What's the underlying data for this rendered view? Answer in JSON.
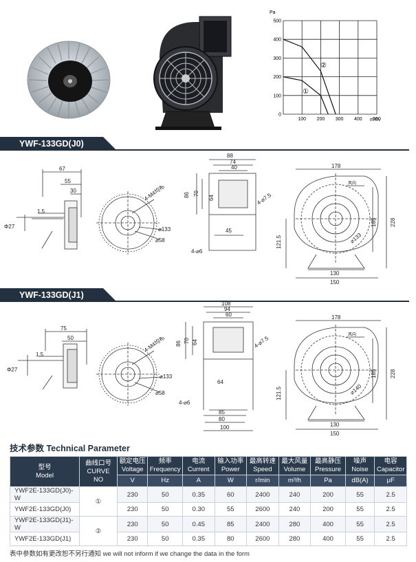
{
  "sections": {
    "j0_title": "YWF-133GD(J0)",
    "j1_title": "YWF-133GD(J1)"
  },
  "curve_chart": {
    "y_unit": "Pa",
    "x_unit": "m³/h",
    "y_ticks": [
      "500",
      "400",
      "300",
      "200",
      "100",
      "0"
    ],
    "x_ticks": [
      "100",
      "200",
      "300",
      "400",
      "500"
    ],
    "curve_labels": [
      "②",
      "①"
    ]
  },
  "chart_data": {
    "type": "line",
    "xlabel": "m³/h",
    "ylabel": "Pa",
    "xlim": [
      0,
      500
    ],
    "ylim": [
      0,
      500
    ],
    "grid": true,
    "series": [
      {
        "name": "②",
        "x": [
          0,
          100,
          200,
          280
        ],
        "y": [
          400,
          360,
          230,
          0
        ]
      },
      {
        "name": "①",
        "x": [
          0,
          100,
          200,
          240
        ],
        "y": [
          200,
          180,
          100,
          0
        ]
      }
    ]
  },
  "drawing_j0": {
    "side_dims": [
      "67",
      "55",
      "30",
      "1.5",
      "Φ27"
    ],
    "front_labels": [
      "4-M4均布",
      "⌀133",
      "⌀58"
    ],
    "top_dims": [
      "88",
      "74",
      "40",
      "86",
      "70",
      "64",
      "45",
      "4-⌀7.5",
      "4-⌀6"
    ],
    "housing_dims": [
      "178",
      "风向",
      "185",
      "228",
      "121.5",
      "⌀133",
      "130",
      "150"
    ]
  },
  "drawing_j1": {
    "side_dims": [
      "75",
      "50",
      "1.5",
      "Φ27"
    ],
    "front_labels": [
      "4-M4均布",
      "⌀133",
      "⌀58"
    ],
    "top_dims": [
      "108",
      "94",
      "60",
      "86",
      "70",
      "64",
      "4-⌀7.5",
      "64",
      "4-⌀6",
      "85",
      "80",
      "100"
    ],
    "housing_dims": [
      "178",
      "风向",
      "185",
      "228",
      "121.5",
      "⌀140",
      "130",
      "150"
    ]
  },
  "tech": {
    "title": "技术参数 Technical Parameter",
    "headers": [
      {
        "cn": "型号",
        "en": "Model"
      },
      {
        "cn": "曲线口号",
        "en": "CURVE NO"
      },
      {
        "cn": "额定电压",
        "en": "Voltage"
      },
      {
        "cn": "频率",
        "en": "Frequency"
      },
      {
        "cn": "电流",
        "en": "Current"
      },
      {
        "cn": "输入功率",
        "en": "Power"
      },
      {
        "cn": "最高转速",
        "en": "Speed"
      },
      {
        "cn": "最大风量",
        "en": "Volume"
      },
      {
        "cn": "最高静压",
        "en": "Pressure"
      },
      {
        "cn": "噪声",
        "en": "Noise"
      },
      {
        "cn": "电容",
        "en": "Capacitor"
      }
    ],
    "units": [
      "V",
      "Hz",
      "A",
      "W",
      "r/min",
      "m³/h",
      "Pa",
      "dB(A)",
      "μF"
    ],
    "rows": [
      {
        "model": "YWF2E-133GD(J0)-W",
        "curve": "①",
        "voltage": "230",
        "freq": "50",
        "current": "0.35",
        "power": "60",
        "speed": "2400",
        "volume": "240",
        "pressure": "200",
        "noise": "55",
        "cap": "2.5"
      },
      {
        "model": "YWF2E-133GD(J0)",
        "curve": "",
        "voltage": "230",
        "freq": "50",
        "current": "0.30",
        "power": "55",
        "speed": "2600",
        "volume": "240",
        "pressure": "200",
        "noise": "55",
        "cap": "2.5"
      },
      {
        "model": "YWF2E-133GD(J1)-W",
        "curve": "②",
        "voltage": "230",
        "freq": "50",
        "current": "0.45",
        "power": "85",
        "speed": "2400",
        "volume": "280",
        "pressure": "400",
        "noise": "55",
        "cap": "2.5"
      },
      {
        "model": "YWF2E-133GD(J1)",
        "curve": "",
        "voltage": "230",
        "freq": "50",
        "current": "0.35",
        "power": "80",
        "speed": "2600",
        "volume": "280",
        "pressure": "400",
        "noise": "55",
        "cap": "2.5"
      }
    ],
    "footnote": "表中参数如有更改恕不另行通知 we will not inform if we change the data in the form"
  }
}
